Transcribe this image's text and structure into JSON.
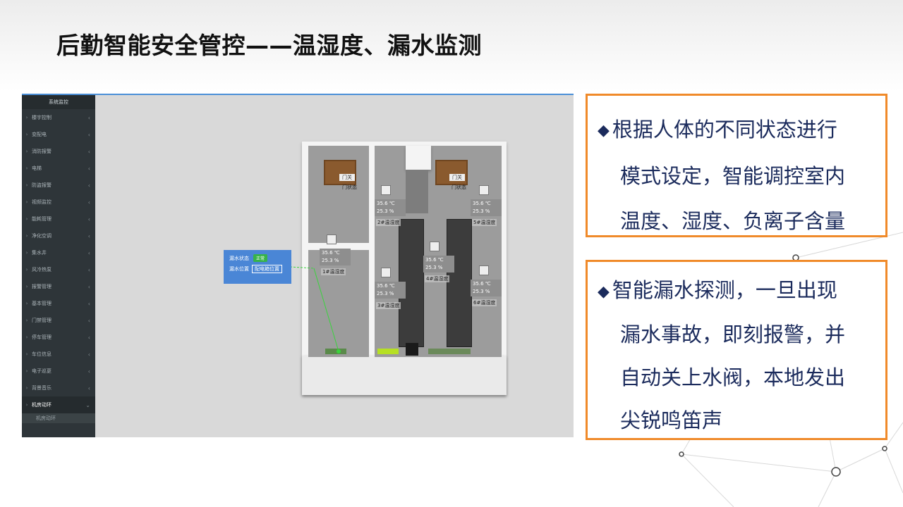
{
  "slide": {
    "title": "后勤智能安全管控——温湿度、漏水监测"
  },
  "sidebar": {
    "header": "系统监控",
    "items": [
      {
        "label": "楼宇控制"
      },
      {
        "label": "变配电"
      },
      {
        "label": "消防报警"
      },
      {
        "label": "电梯"
      },
      {
        "label": "防盗报警"
      },
      {
        "label": "视频监控"
      },
      {
        "label": "能耗管理"
      },
      {
        "label": "净化空调"
      },
      {
        "label": "集水井"
      },
      {
        "label": "风冷热泵"
      },
      {
        "label": "报警管理"
      },
      {
        "label": "基本管理"
      },
      {
        "label": "门禁管理"
      },
      {
        "label": "停车管理"
      },
      {
        "label": "车位信息"
      },
      {
        "label": "电子巡更"
      },
      {
        "label": "背景音乐"
      },
      {
        "label": "机房动环"
      }
    ],
    "sub_item": "机房动环"
  },
  "floorplan": {
    "door_left": {
      "label": "门关",
      "state": "门状态"
    },
    "door_right": {
      "label": "门关",
      "state": "门状态"
    },
    "sensors": [
      {
        "temp": "35.6 ℃",
        "hum": "25.3 %",
        "name": "1#温湿度"
      },
      {
        "temp": "35.6 ℃",
        "hum": "25.3 %",
        "name": "2#温湿度"
      },
      {
        "temp": "35.6 ℃",
        "hum": "25.3 %",
        "name": "3#温湿度"
      },
      {
        "temp": "35.6 ℃",
        "hum": "25.3 %",
        "name": "4#温湿度"
      },
      {
        "temp": "35.6 ℃",
        "hum": "25.3 %",
        "name": "5#温湿度"
      },
      {
        "temp": "35.6 ℃",
        "hum": "25.3 %",
        "name": "6#温湿度"
      }
    ],
    "leak": {
      "status_label": "漏水状态",
      "status_value": "正常",
      "location_label": "漏水位置",
      "location_value": "配电箱位置"
    }
  },
  "callouts": [
    {
      "lines": [
        "根据人体的不同状态进行",
        "模式设定，智能调控室内",
        "温度、湿度、负离子含量"
      ]
    },
    {
      "lines": [
        "智能漏水探测，一旦出现",
        "漏水事故，即刻报警，并",
        "自动关上水阀，本地发出",
        "尖锐鸣笛声"
      ]
    }
  ],
  "colors": {
    "callout_border": "#f08a2a",
    "callout_text": "#1b2b5c",
    "sidebar_bg": "#2e3539",
    "leak_panel": "#4a86d6",
    "status_ok": "#37b34a"
  }
}
